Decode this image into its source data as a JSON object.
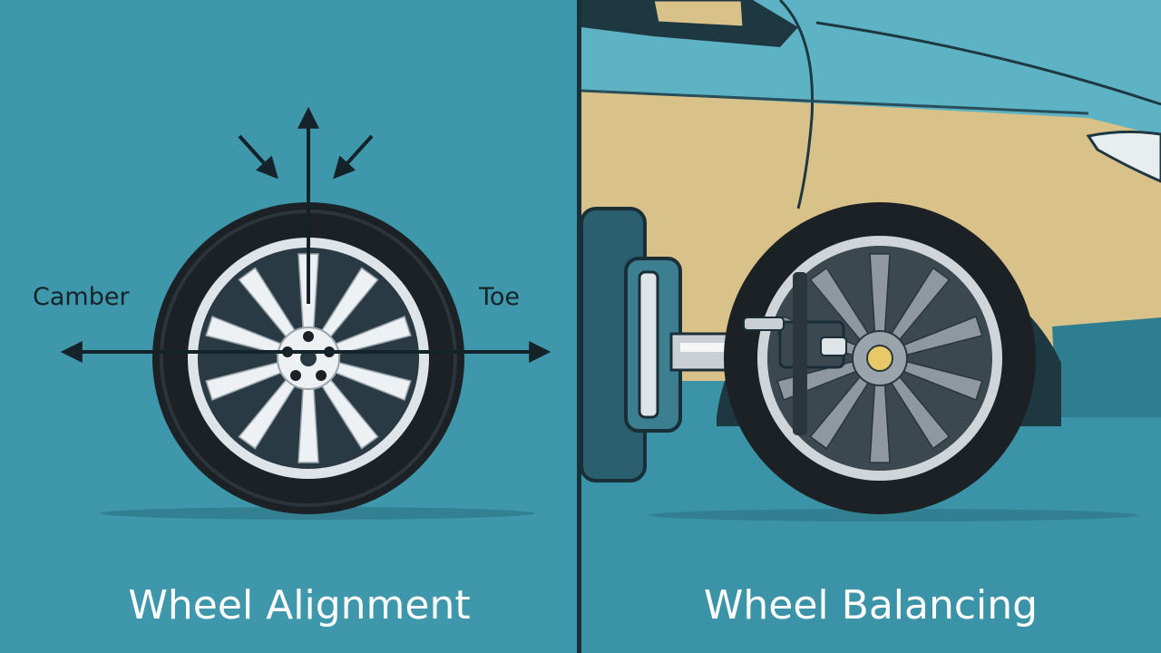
{
  "colors": {
    "background": "#3f97ab",
    "divider": "#1a2e38",
    "car_body": "#d9c28a",
    "car_upper": "#5db3c4",
    "tire": "#1b2125",
    "rim": "#e9edf0",
    "hub": "#e8c96a",
    "text_dark": "#14222a",
    "text_light": "#ffffff"
  },
  "left_panel": {
    "label_camber": "Camber",
    "label_toe": "Toe",
    "title": "Wheel Alignment"
  },
  "right_panel": {
    "title": "Wheel Balancing"
  },
  "icons": [
    "direction-arrows-icon",
    "wheel-icon",
    "balancing-machine-icon",
    "car-fender-icon"
  ]
}
